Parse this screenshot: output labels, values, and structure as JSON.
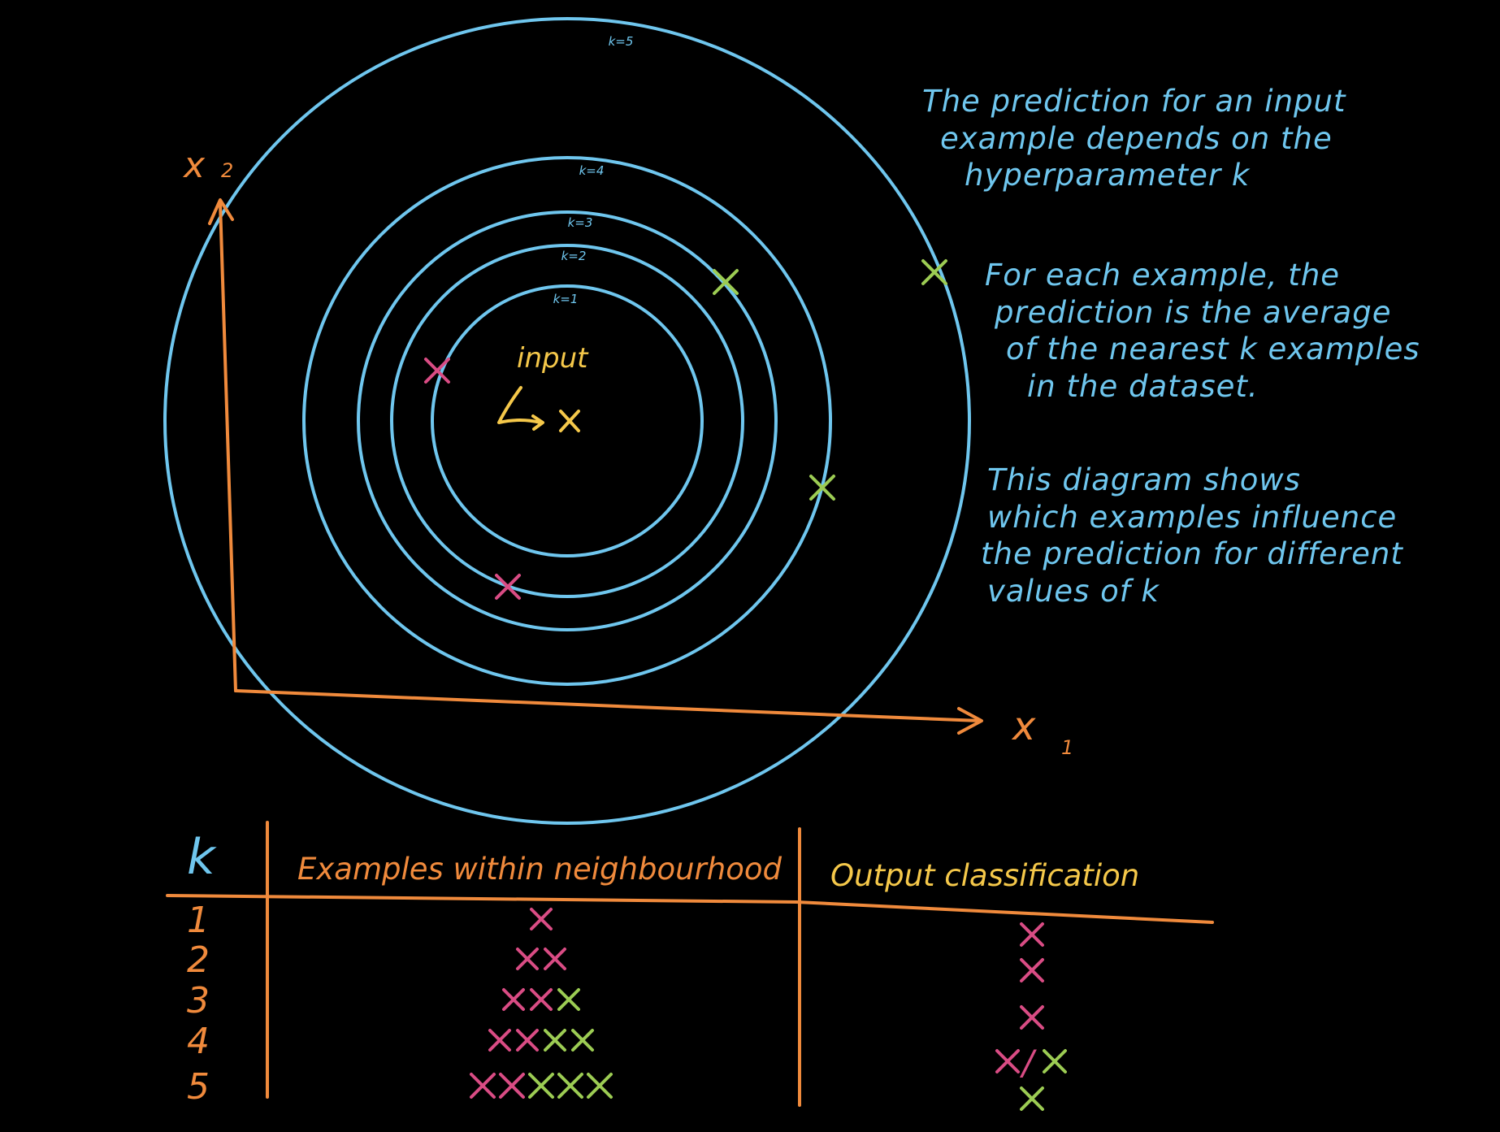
{
  "colors": {
    "background": "#000000",
    "rings": "#6fc6ee",
    "axes": "#f08a3c",
    "input": "#f5c84a",
    "class_red": "#d94c84",
    "class_green": "#9ccc53",
    "notes": "#6fc6ee",
    "table_k_header": "#6fc6ee",
    "table_examples_header": "#f08a3c",
    "table_output_header": "#f5c84a"
  },
  "diagram": {
    "axis_x_label": "x",
    "axis_x_subscript": "1",
    "axis_y_label": "x",
    "axis_y_subscript": "2",
    "input_label": "input",
    "rings": [
      {
        "k": 1,
        "label": "k=1"
      },
      {
        "k": 2,
        "label": "k=2"
      },
      {
        "k": 3,
        "label": "k=3"
      },
      {
        "k": 4,
        "label": "k=4"
      },
      {
        "k": 5,
        "label": "k=5"
      }
    ],
    "examples": [
      {
        "class": "red",
        "icon": "cross-icon"
      },
      {
        "class": "red",
        "icon": "cross-icon"
      },
      {
        "class": "green",
        "icon": "cross-icon"
      },
      {
        "class": "green",
        "icon": "cross-icon"
      },
      {
        "class": "green",
        "icon": "cross-icon"
      }
    ]
  },
  "notes": {
    "paragraph1": [
      "The prediction for an input",
      "example depends on the",
      "hyperparameter k"
    ],
    "paragraph2": [
      "For each example, the",
      "prediction is the average",
      "of the nearest k examples",
      "in the dataset."
    ],
    "paragraph3": [
      "This diagram shows",
      "which examples influence",
      "the prediction for different",
      "values of k"
    ]
  },
  "table": {
    "headers": {
      "k": "k",
      "examples": "Examples within neighbourhood",
      "output": "Output classification"
    },
    "rows": [
      {
        "k": "1",
        "examples": [
          "red"
        ],
        "output": "red"
      },
      {
        "k": "2",
        "examples": [
          "red",
          "red"
        ],
        "output": "red"
      },
      {
        "k": "3",
        "examples": [
          "red",
          "red",
          "green"
        ],
        "output": "red"
      },
      {
        "k": "4",
        "examples": [
          "red",
          "red",
          "green",
          "green"
        ],
        "output": "red/green",
        "output_separator": "/"
      },
      {
        "k": "5",
        "examples": [
          "red",
          "red",
          "green",
          "green",
          "green"
        ],
        "output": "green"
      }
    ]
  }
}
